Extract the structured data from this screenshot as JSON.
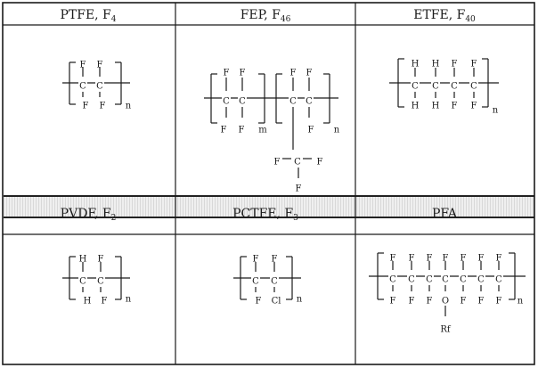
{
  "headers": {
    "ptfe": {
      "name": "PTFE, F",
      "sub": "4"
    },
    "fep": {
      "name": "FEP, F",
      "sub": "46"
    },
    "etfe": {
      "name": "ETFE, F",
      "sub": "40"
    },
    "pvdf": {
      "name": "PVDF, F",
      "sub": "2"
    },
    "pctfe": {
      "name": "PCTFE, F",
      "sub": "3"
    },
    "pfa": {
      "name": "PFA",
      "sub": ""
    }
  },
  "atoms": {
    "c": "C",
    "f": "F",
    "h": "H",
    "cl": "Cl",
    "o": "O",
    "rf": "Rf",
    "n": "n",
    "m": "m"
  }
}
